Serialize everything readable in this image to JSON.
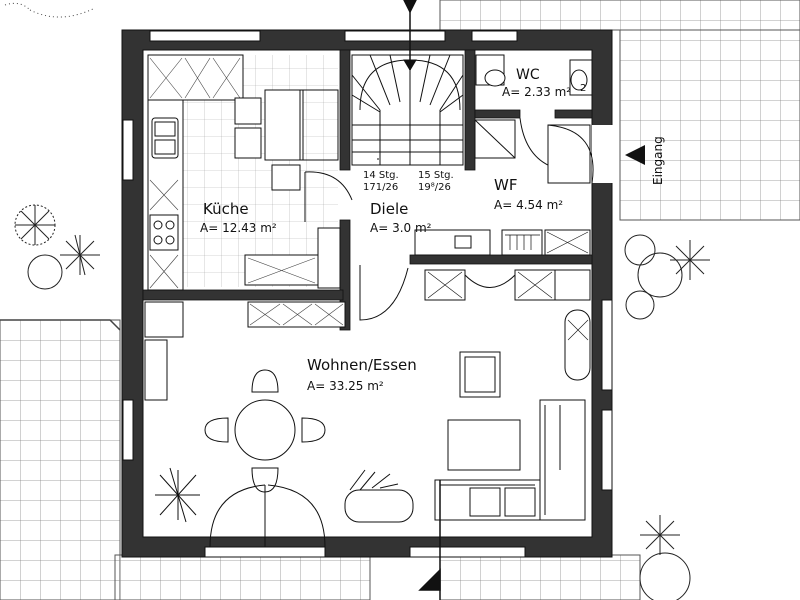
{
  "rooms": {
    "kueche": {
      "name": "Küche",
      "area": "A= 12.43 m²"
    },
    "diele": {
      "name": "Diele",
      "area": "A= 3.0 m²"
    },
    "wf": {
      "name": "WF",
      "area": "A= 4.54 m²"
    },
    "wc": {
      "name": "WC",
      "area": "A= 2.33 m²"
    },
    "wohnen": {
      "name": "Wohnen/Essen",
      "area": "A= 33.25 m²"
    }
  },
  "stairs": {
    "left_count": "14 Stg.",
    "left_ratio": "171/26",
    "right_count": "15 Stg.",
    "right_ratio": "19⁸/26"
  },
  "entrance": {
    "label": "Eingang"
  },
  "fixture_number": "2",
  "colors": {
    "wall": "#333333",
    "line": "#111111",
    "paper": "#ffffff"
  }
}
